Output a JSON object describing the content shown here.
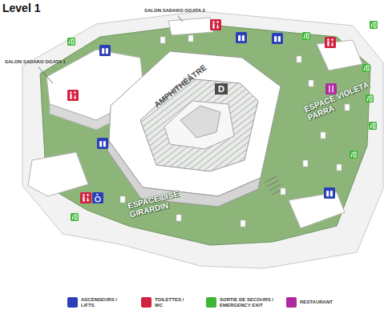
{
  "diagram": {
    "title": "Level 1",
    "nodes": [
      {
        "text": [
          "AMPHITHÉÂTRE"
        ]
      },
      {
        "text": [
          "D"
        ]
      }
    ],
    "labels": [
      "SALON SADAKO OGATA 2",
      "SALON SADAKO OGATA 1",
      "ESPACE VIOLETA PARRA",
      "ESPACE LISE GIRARDIN"
    ],
    "legend": [
      {
        "text": "ASCENSEURS / LIFTS",
        "color": "#2b3fb8"
      },
      {
        "text": "TOILETTES / WC",
        "color": "#d3203f"
      },
      {
        "text": "SORTIE DE SECOURS / EMERGENCY EXIT",
        "color": "#3db535"
      },
      {
        "text": "RESTAURANT",
        "color": "#b02a9e"
      }
    ]
  }
}
